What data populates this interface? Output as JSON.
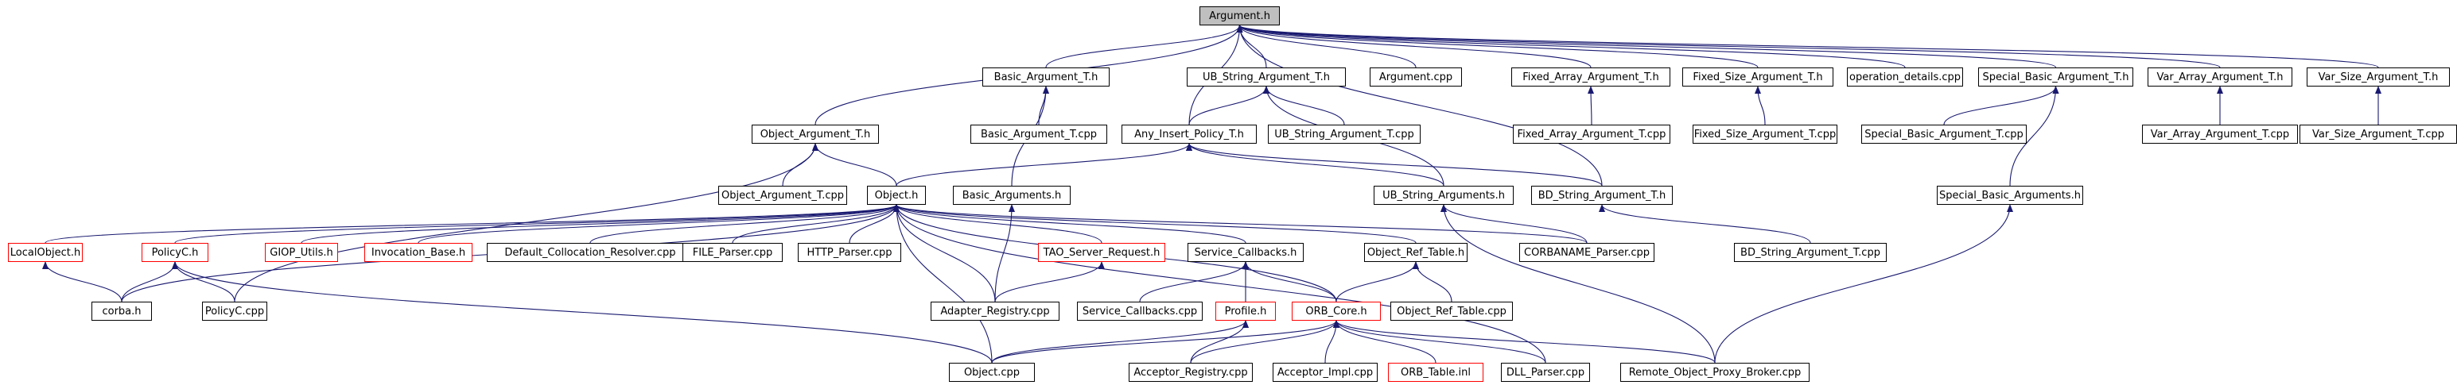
{
  "diagram": {
    "nodes": [
      {
        "id": "n1",
        "label": "Argument.h"
      },
      {
        "id": "n2",
        "label": "Basic_Argument_T.h"
      },
      {
        "id": "n3",
        "label": "UB_String_Argument_T.h"
      },
      {
        "id": "n4",
        "label": "Argument.cpp"
      },
      {
        "id": "n5",
        "label": "Fixed_Array_Argument_T.h"
      },
      {
        "id": "n6",
        "label": "Fixed_Size_Argument_T.h"
      },
      {
        "id": "n7",
        "label": "operation_details.cpp"
      },
      {
        "id": "n8",
        "label": "Special_Basic_Argument_T.h"
      },
      {
        "id": "n9",
        "label": "Var_Array_Argument_T.h"
      },
      {
        "id": "n10",
        "label": "Var_Size_Argument_T.h"
      },
      {
        "id": "n11",
        "label": "Object_Argument_T.h"
      },
      {
        "id": "n12",
        "label": "Basic_Argument_T.cpp"
      },
      {
        "id": "n13",
        "label": "Any_Insert_Policy_T.h"
      },
      {
        "id": "n14",
        "label": "UB_String_Argument_T.cpp"
      },
      {
        "id": "n15",
        "label": "Fixed_Array_Argument_T.cpp"
      },
      {
        "id": "n16",
        "label": "Fixed_Size_Argument_T.cpp"
      },
      {
        "id": "n17",
        "label": "Special_Basic_Argument_T.cpp"
      },
      {
        "id": "n18",
        "label": "Var_Array_Argument_T.cpp"
      },
      {
        "id": "n19",
        "label": "Var_Size_Argument_T.cpp"
      },
      {
        "id": "n20",
        "label": "Object_Argument_T.cpp"
      },
      {
        "id": "n21",
        "label": "Object.h"
      },
      {
        "id": "n22",
        "label": "Basic_Arguments.h"
      },
      {
        "id": "n23",
        "label": "UB_String_Arguments.h"
      },
      {
        "id": "n24",
        "label": "BD_String_Argument_T.h"
      },
      {
        "id": "n25",
        "label": "Special_Basic_Arguments.h"
      },
      {
        "id": "n26",
        "label": "LocalObject.h",
        "red": true
      },
      {
        "id": "n27",
        "label": "PolicyC.h",
        "red": true
      },
      {
        "id": "n28",
        "label": "GIOP_Utils.h",
        "red": true
      },
      {
        "id": "n29",
        "label": "Invocation_Base.h",
        "red": true
      },
      {
        "id": "n30",
        "label": "Default_Collocation_Resolver.cpp"
      },
      {
        "id": "n31",
        "label": "FILE_Parser.cpp"
      },
      {
        "id": "n32",
        "label": "HTTP_Parser.cpp"
      },
      {
        "id": "n33",
        "label": "TAO_Server_Request.h",
        "red": true
      },
      {
        "id": "n34",
        "label": "Service_Callbacks.h"
      },
      {
        "id": "n35",
        "label": "Object_Ref_Table.h"
      },
      {
        "id": "n36",
        "label": "CORBANAME_Parser.cpp"
      },
      {
        "id": "n37",
        "label": "BD_String_Argument_T.cpp"
      },
      {
        "id": "n38",
        "label": "corba.h"
      },
      {
        "id": "n39",
        "label": "PolicyC.cpp"
      },
      {
        "id": "n40",
        "label": "Adapter_Registry.cpp"
      },
      {
        "id": "n41",
        "label": "Service_Callbacks.cpp"
      },
      {
        "id": "n42",
        "label": "Profile.h",
        "red": true
      },
      {
        "id": "n43",
        "label": "ORB_Core.h",
        "red": true
      },
      {
        "id": "n44",
        "label": "Object_Ref_Table.cpp"
      },
      {
        "id": "n45",
        "label": "Object.cpp"
      },
      {
        "id": "n46",
        "label": "Acceptor_Registry.cpp"
      },
      {
        "id": "n47",
        "label": "Acceptor_Impl.cpp"
      },
      {
        "id": "n48",
        "label": "ORB_Table.inl",
        "red": true
      },
      {
        "id": "n49",
        "label": "DLL_Parser.cpp"
      },
      {
        "id": "n50",
        "label": "Remote_Object_Proxy_Broker.cpp"
      }
    ],
    "edges": [
      [
        "n2",
        "n1"
      ],
      [
        "n3",
        "n1"
      ],
      [
        "n4",
        "n1"
      ],
      [
        "n5",
        "n1"
      ],
      [
        "n6",
        "n1"
      ],
      [
        "n7",
        "n1"
      ],
      [
        "n8",
        "n1"
      ],
      [
        "n9",
        "n1"
      ],
      [
        "n10",
        "n1"
      ],
      [
        "n11",
        "n1"
      ],
      [
        "n13",
        "n1"
      ],
      [
        "n24",
        "n1"
      ],
      [
        "n12",
        "n2"
      ],
      [
        "n22",
        "n2"
      ],
      [
        "n14",
        "n3"
      ],
      [
        "n13",
        "n3"
      ],
      [
        "n23",
        "n3"
      ],
      [
        "n15",
        "n5"
      ],
      [
        "n16",
        "n6"
      ],
      [
        "n17",
        "n8"
      ],
      [
        "n25",
        "n8"
      ],
      [
        "n18",
        "n9"
      ],
      [
        "n19",
        "n10"
      ],
      [
        "n20",
        "n11"
      ],
      [
        "n21",
        "n11"
      ],
      [
        "n39",
        "n11"
      ],
      [
        "n21",
        "n13"
      ],
      [
        "n23",
        "n13"
      ],
      [
        "n24",
        "n13"
      ],
      [
        "n26",
        "n21"
      ],
      [
        "n27",
        "n21"
      ],
      [
        "n28",
        "n21"
      ],
      [
        "n29",
        "n21"
      ],
      [
        "n30",
        "n21"
      ],
      [
        "n31",
        "n21"
      ],
      [
        "n32",
        "n21"
      ],
      [
        "n33",
        "n21"
      ],
      [
        "n34",
        "n21"
      ],
      [
        "n35",
        "n21"
      ],
      [
        "n36",
        "n21"
      ],
      [
        "n38",
        "n21"
      ],
      [
        "n40",
        "n21"
      ],
      [
        "n43",
        "n21"
      ],
      [
        "n45",
        "n21"
      ],
      [
        "n49",
        "n21"
      ],
      [
        "n40",
        "n22"
      ],
      [
        "n36",
        "n23"
      ],
      [
        "n50",
        "n23"
      ],
      [
        "n37",
        "n24"
      ],
      [
        "n50",
        "n25"
      ],
      [
        "n38",
        "n26"
      ],
      [
        "n38",
        "n27"
      ],
      [
        "n39",
        "n27"
      ],
      [
        "n45",
        "n27"
      ],
      [
        "n40",
        "n33"
      ],
      [
        "n41",
        "n34"
      ],
      [
        "n42",
        "n34"
      ],
      [
        "n43",
        "n34"
      ],
      [
        "n43",
        "n35"
      ],
      [
        "n44",
        "n35"
      ],
      [
        "n45",
        "n42"
      ],
      [
        "n46",
        "n42"
      ],
      [
        "n45",
        "n43"
      ],
      [
        "n46",
        "n43"
      ],
      [
        "n47",
        "n43"
      ],
      [
        "n48",
        "n43"
      ],
      [
        "n49",
        "n43"
      ],
      [
        "n50",
        "n43"
      ]
    ]
  }
}
